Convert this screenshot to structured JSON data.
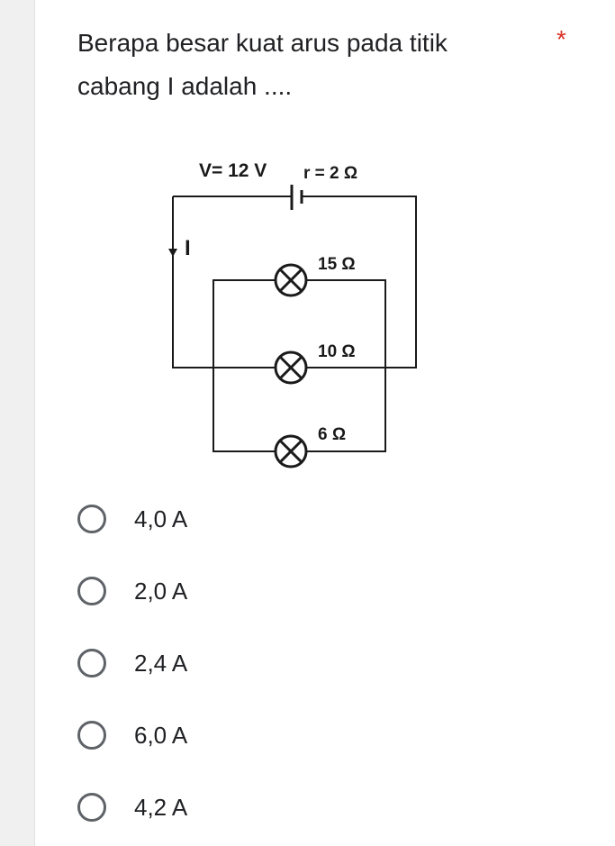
{
  "question": {
    "text": "Berapa besar kuat arus pada titik cabang I adalah ....",
    "required_mark": "*",
    "required_color": "#d93025"
  },
  "circuit": {
    "voltage_label": "V= 12 V",
    "internal_resistance_label": "r = 2 Ω",
    "current_label": "I",
    "lamps": [
      {
        "label": "15 Ω"
      },
      {
        "label": "10 Ω"
      },
      {
        "label": "6 Ω"
      }
    ]
  },
  "options": [
    {
      "label": "4,0 A"
    },
    {
      "label": "2,0 A"
    },
    {
      "label": "2,4 A"
    },
    {
      "label": "6,0 A"
    },
    {
      "label": "4,2 A"
    }
  ],
  "colors": {
    "text": "#202124",
    "radio_border": "#5f6368",
    "background": "#ffffff"
  }
}
